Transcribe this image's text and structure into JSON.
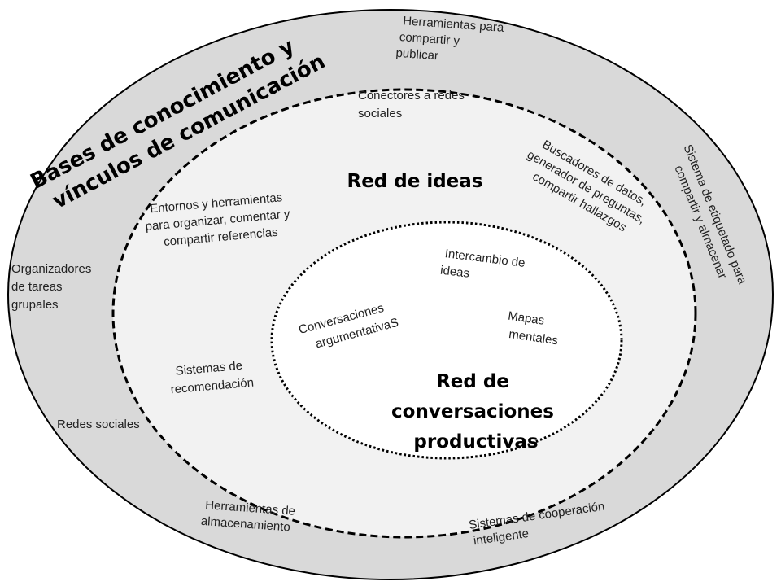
{
  "diagram": {
    "outer_title": [
      "Bases de conocimiento y",
      "vínculos de comunicación"
    ],
    "middle_title": "Red de ideas",
    "inner_title": [
      "Red de",
      "conversaciones",
      "productivas"
    ],
    "outer_items": {
      "herramientas_publicar": [
        "Herramientas para",
        "compartir  y",
        "publicar"
      ],
      "etiquetado": [
        "Sistema de etiquetado para",
        "compartir y almacenar"
      ],
      "organizadores": [
        "Organizadores",
        "de tareas",
        "grupales"
      ],
      "redes_sociales": [
        "Redes sociales"
      ],
      "almacenamiento": [
        "Herramientas de",
        "almacenamiento"
      ],
      "cooperacion": [
        "Sistemas de cooperación",
        "inteligente"
      ]
    },
    "middle_items": {
      "conectores": [
        "Conectores a redes",
        "sociales"
      ],
      "buscadores": [
        "Buscadores de datos,",
        "generador de preguntas,",
        "compartir hallazgos"
      ],
      "entornos": [
        "Entornos y herramientas",
        "para organizar, comentar  y",
        "compartir referencias"
      ],
      "recomendacion": [
        "Sistemas de",
        "recomendación"
      ]
    },
    "inner_items": {
      "intercambio": [
        "Intercambio de",
        "ideas"
      ],
      "argumentativas": [
        "Conversaciones",
        "argumentativaS"
      ],
      "mapas": [
        "Mapas",
        "mentales"
      ]
    },
    "colors": {
      "outer_fill": "#d9d9d9",
      "middle_fill": "#f2f2f2",
      "inner_fill": "#ffffff",
      "stroke": "#000000"
    }
  }
}
